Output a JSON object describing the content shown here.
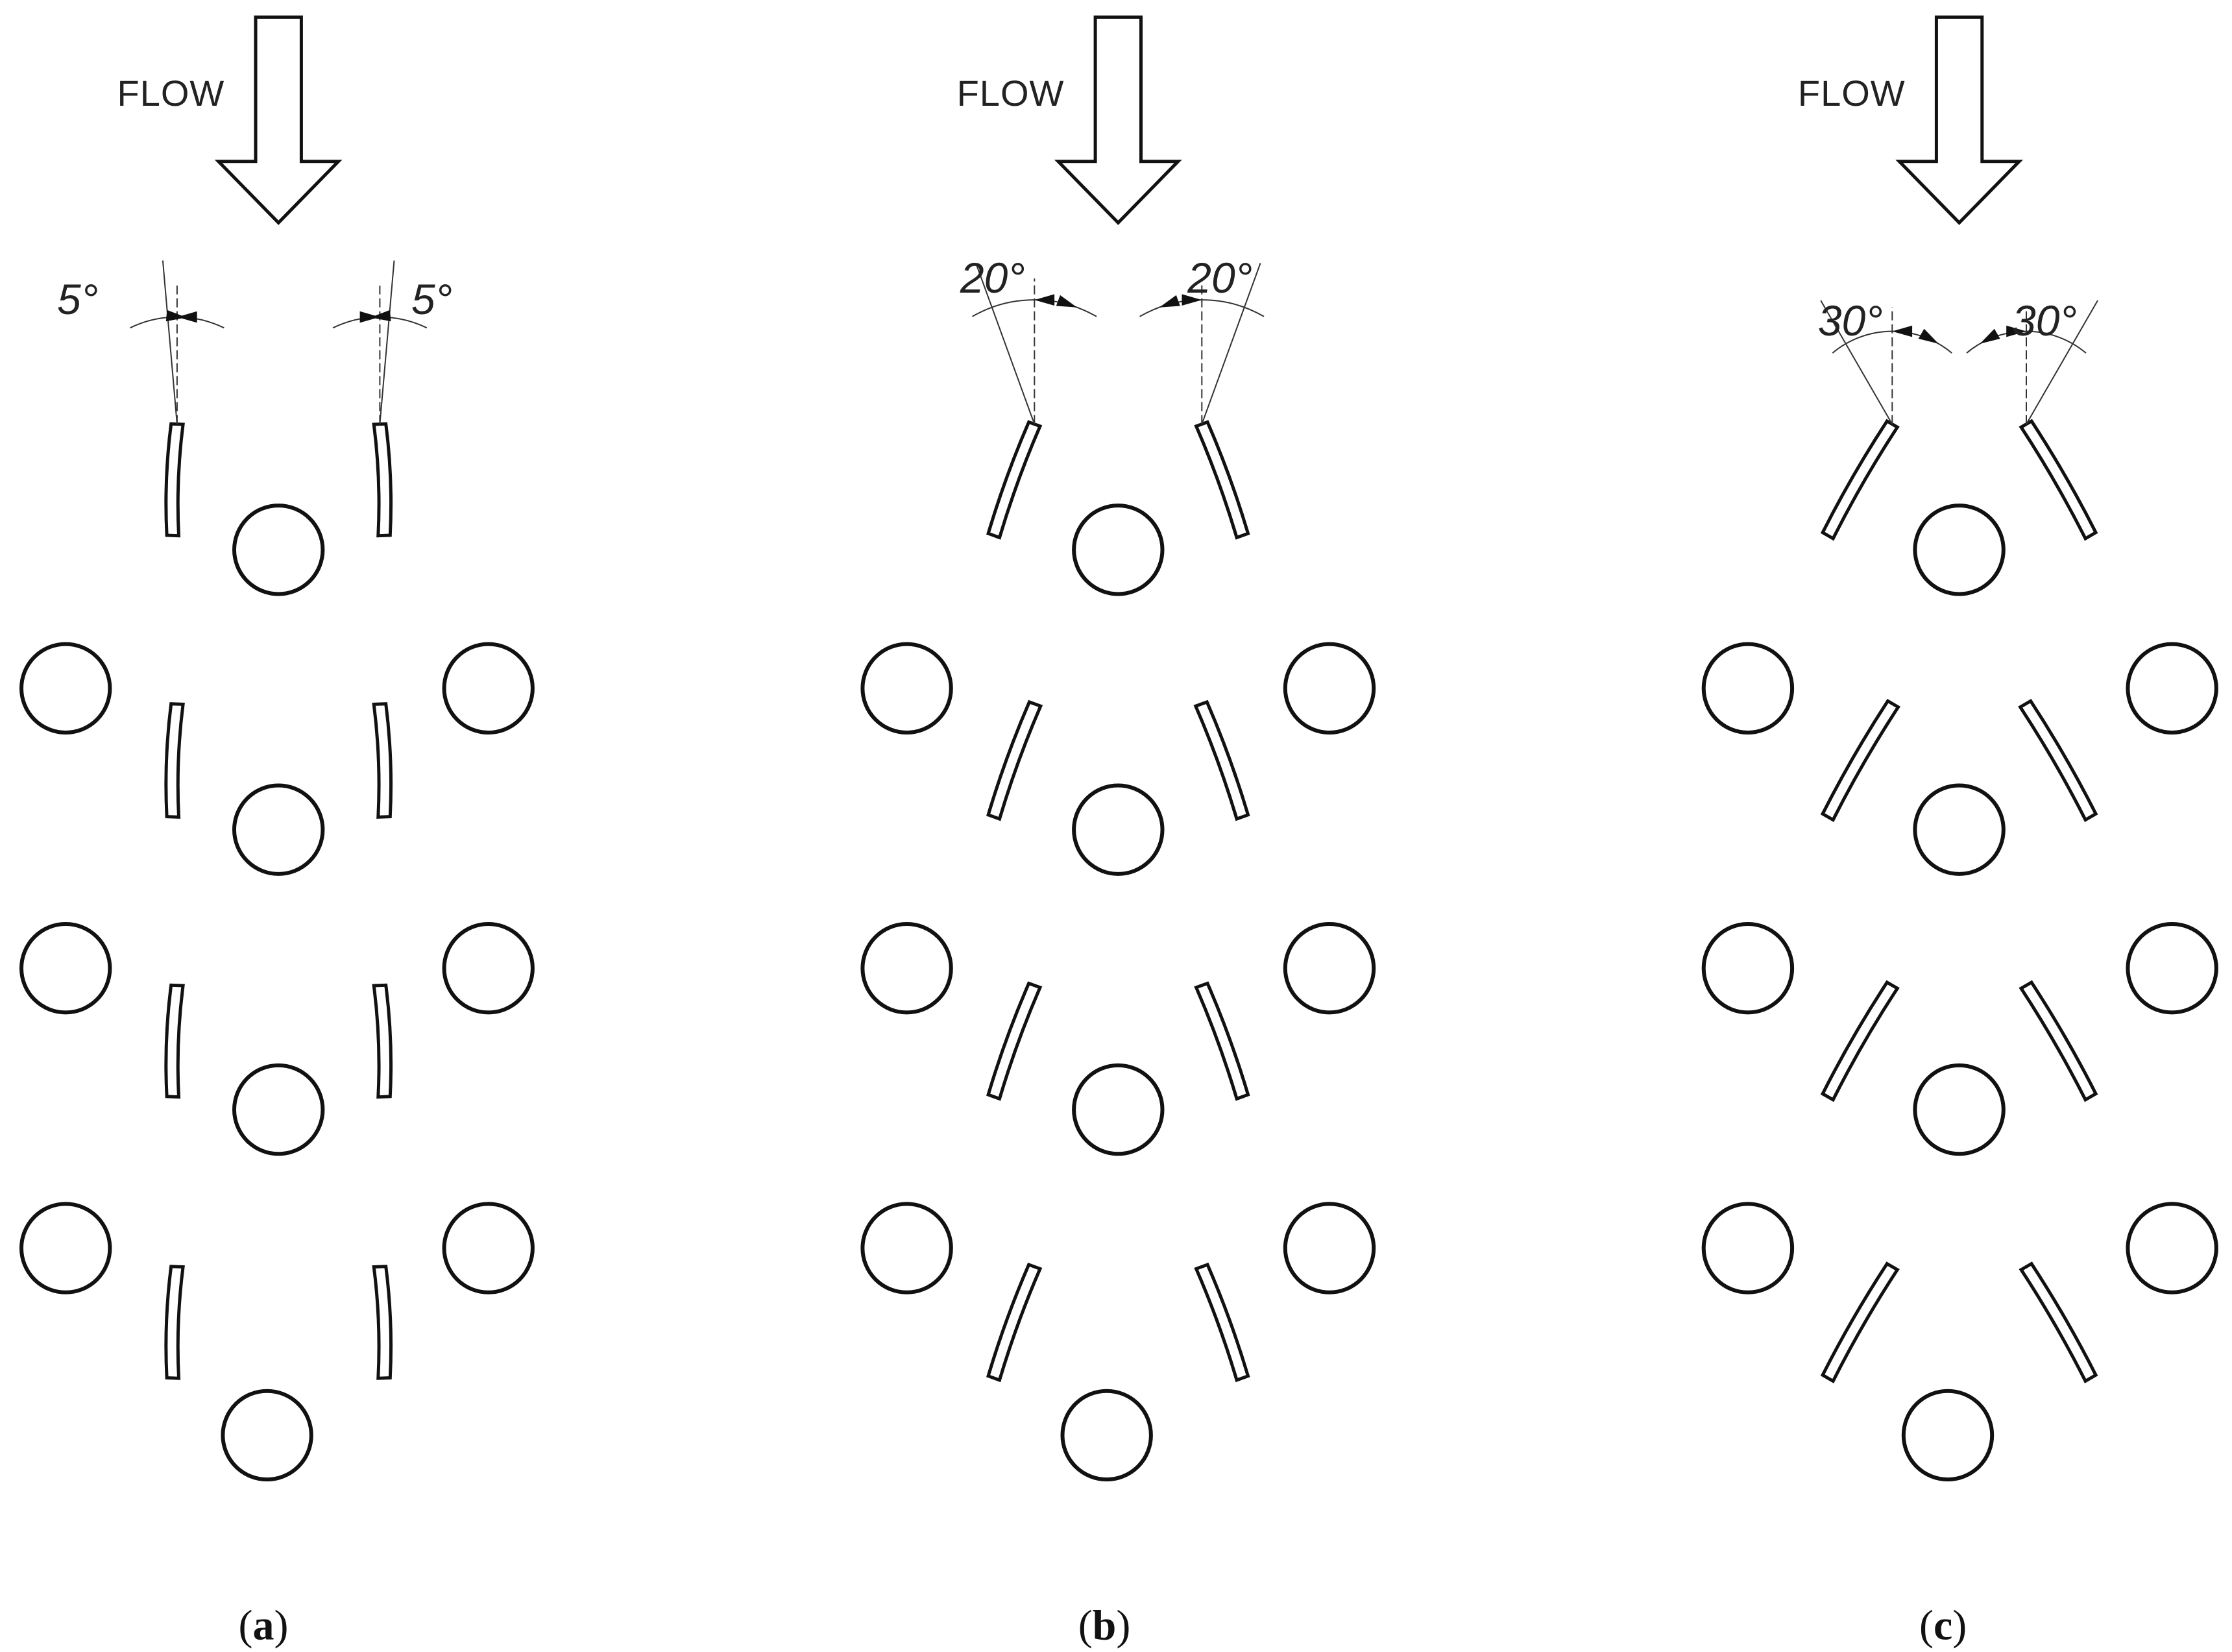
{
  "panels": [
    {
      "id": "a",
      "flow_label": "FLOW",
      "angle_deg": 5,
      "angle_label": "5°",
      "caption_open": "(",
      "caption_letter": "a",
      "caption_close": ")"
    },
    {
      "id": "b",
      "flow_label": "FLOW",
      "angle_deg": 20,
      "angle_label": "20°",
      "caption_open": "(",
      "caption_letter": "b",
      "caption_close": ")"
    },
    {
      "id": "c",
      "flow_label": "FLOW",
      "angle_deg": 30,
      "angle_label": "30°",
      "caption_open": "(",
      "caption_letter": "c",
      "caption_close": ")"
    }
  ],
  "colors": {
    "stroke": "#111111",
    "background": "#ffffff"
  }
}
